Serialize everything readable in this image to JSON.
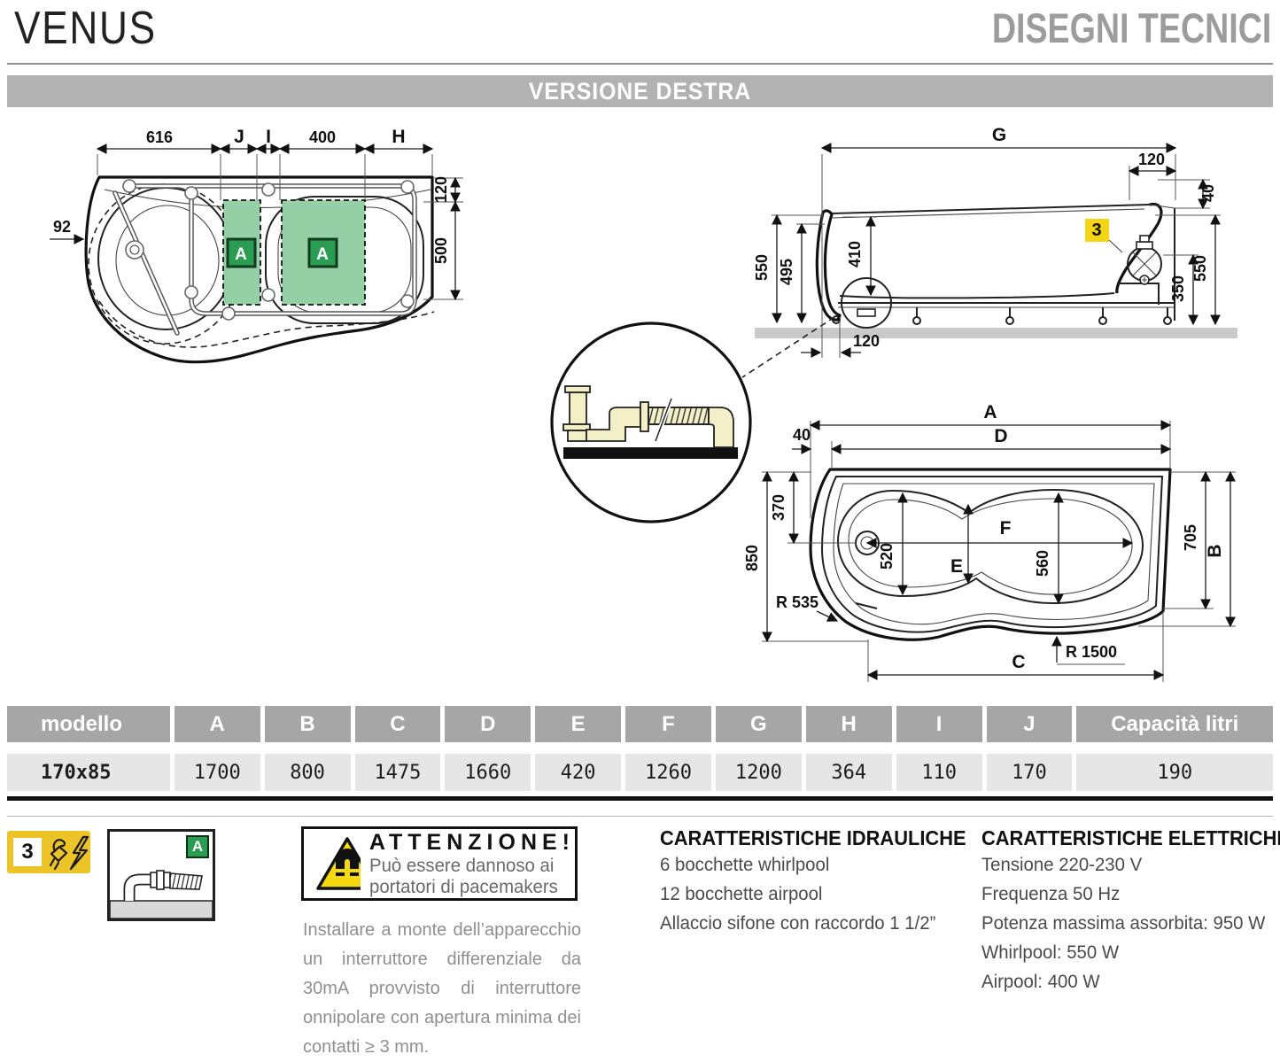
{
  "header": {
    "title": "VENUS",
    "subtitle": "DISEGNI TECNICI"
  },
  "banner": {
    "label": "VERSIONE DESTRA"
  },
  "drawings": {
    "plan_top": {
      "labels": {
        "w616": "616",
        "j": "J",
        "i": "I",
        "w400": "400",
        "h": "H",
        "d92": "92",
        "d120": "120",
        "d500": "500"
      },
      "area_badge": "A"
    },
    "side": {
      "labels": {
        "g": "G",
        "t120": "120",
        "t40": "40",
        "l550": "550",
        "l495": "495",
        "c410": "410",
        "r350": "350",
        "r550": "550",
        "b120": "120"
      },
      "badge3": "3"
    },
    "plan_bottom": {
      "labels": {
        "a": "A",
        "d": "D",
        "t40": "40",
        "l370": "370",
        "l850": "850",
        "c520": "520",
        "e": "E",
        "f": "F",
        "c560": "560",
        "r705": "705",
        "b": "B",
        "r535": "R 535",
        "c": "C",
        "r1500": "R 1500"
      }
    }
  },
  "table": {
    "headers": [
      "modello",
      "A",
      "B",
      "C",
      "D",
      "E",
      "F",
      "G",
      "H",
      "I",
      "J",
      "Capacità litri"
    ],
    "rows": [
      [
        "170x85",
        "1700",
        "800",
        "1475",
        "1660",
        "420",
        "1260",
        "1200",
        "364",
        "110",
        "170",
        "190"
      ]
    ]
  },
  "footer": {
    "badge3": "3",
    "badge_a": "A",
    "warning": {
      "title": "ATTENZIONE!",
      "line1": "Può essere dannoso ai",
      "line2": "portatori di pacemakers"
    },
    "install_note": "Installare a monte dell’apparecchio un interruttore differenziale da 30mA provvisto di interruttore onnipolare con apertura minima dei contatti ≥ 3 mm.",
    "hydraulic": {
      "title": "CARATTERISTICHE IDRAULICHE",
      "items": [
        "6 bocchette whirlpool",
        "12 bocchette airpool",
        "Allaccio sifone con raccordo 1 1/2”"
      ]
    },
    "electric": {
      "title": "CARATTERISTICHE ELETTRICHE",
      "items": [
        "Tensione 220-230 V",
        "Frequenza 50 Hz",
        "Potenza massima assorbita: 950 W",
        "Whirlpool: 550 W",
        "Airpool: 400 W"
      ]
    }
  },
  "colors": {
    "accent_green": "#2a9d53",
    "area_green": "#95cfa6",
    "warn_yellow": "#edc427",
    "badge_yellow": "#f3d516",
    "banner_gray": "#b2b2b2",
    "header_gray": "#a6a6a6"
  }
}
